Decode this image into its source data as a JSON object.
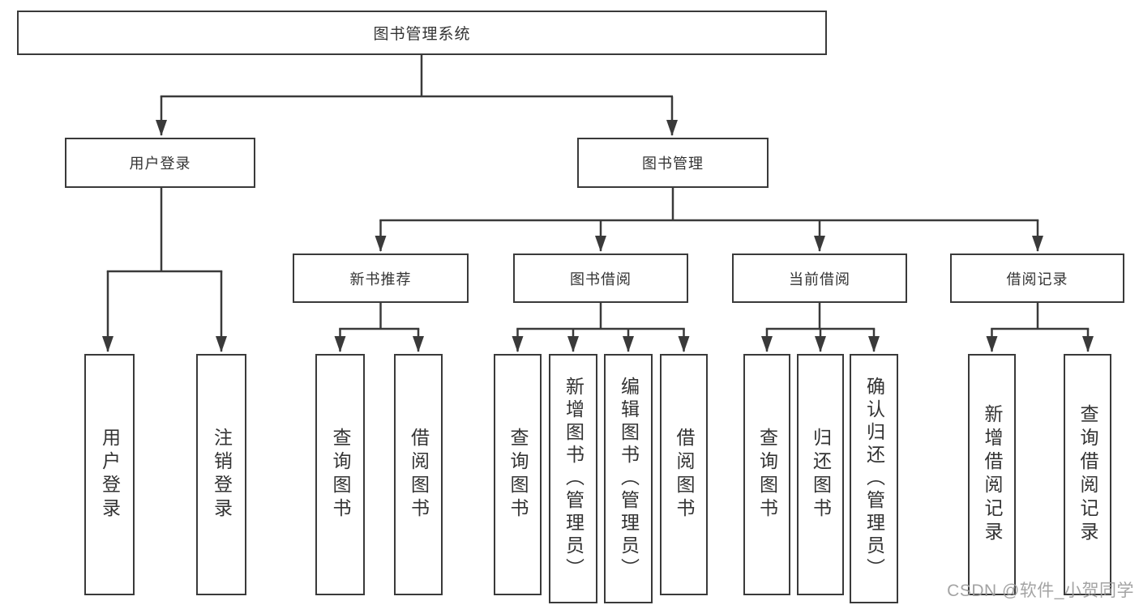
{
  "diagram": {
    "title": "图书管理系统",
    "type": "tree",
    "colors": {
      "line": "#3a3a3a",
      "box_border": "#3a3a3a",
      "box_fill": "#ffffff",
      "text": "#333333",
      "watermark_text": "#9c9c9c",
      "background": "#ffffff"
    },
    "nodes": {
      "root": {
        "label": "图书管理系统"
      },
      "user_login": {
        "label": "用户登录"
      },
      "book_management": {
        "label": "图书管理"
      },
      "new_book_recommend": {
        "label": "新书推荐"
      },
      "book_borrow": {
        "label": "图书借阅"
      },
      "current_borrow": {
        "label": "当前借阅"
      },
      "borrow_records": {
        "label": "借阅记录"
      },
      "leaf_user_login": {
        "label": "用户登录"
      },
      "leaf_logout": {
        "label": "注销登录"
      },
      "leaf_recommend_query_books": {
        "label": "查询图书"
      },
      "leaf_recommend_borrow_books": {
        "label": "借阅图书"
      },
      "leaf_borrow_query_books": {
        "label": "查询图书"
      },
      "leaf_borrow_add_books_admin": {
        "label": "新增图书（管理员）"
      },
      "leaf_borrow_edit_books_admin": {
        "label": "编辑图书（管理员）"
      },
      "leaf_borrow_borrow_books": {
        "label": "借阅图书"
      },
      "leaf_current_query_books": {
        "label": "查询图书"
      },
      "leaf_current_return_books": {
        "label": "归还图书"
      },
      "leaf_current_confirm_return_admin": {
        "label": "确认归还（管理员）"
      },
      "leaf_records_add_record": {
        "label": "新增借阅记录"
      },
      "leaf_records_query_record": {
        "label": "查询借阅记录"
      }
    },
    "hierarchy_note": "root > [user_login > [leaf_user_login, leaf_logout], book_management > [new_book_recommend > [查询图书, 借阅图书], book_borrow > [查询图书, 新增图书（管理员）, 编辑图书（管理员）, 借阅图书], current_borrow > [查询图书, 归还图书, 确认归还（管理员）], borrow_records > [新增借阅记录, 查询借阅记录]]]",
    "watermark": "CSDN @软件_小贺同学"
  }
}
